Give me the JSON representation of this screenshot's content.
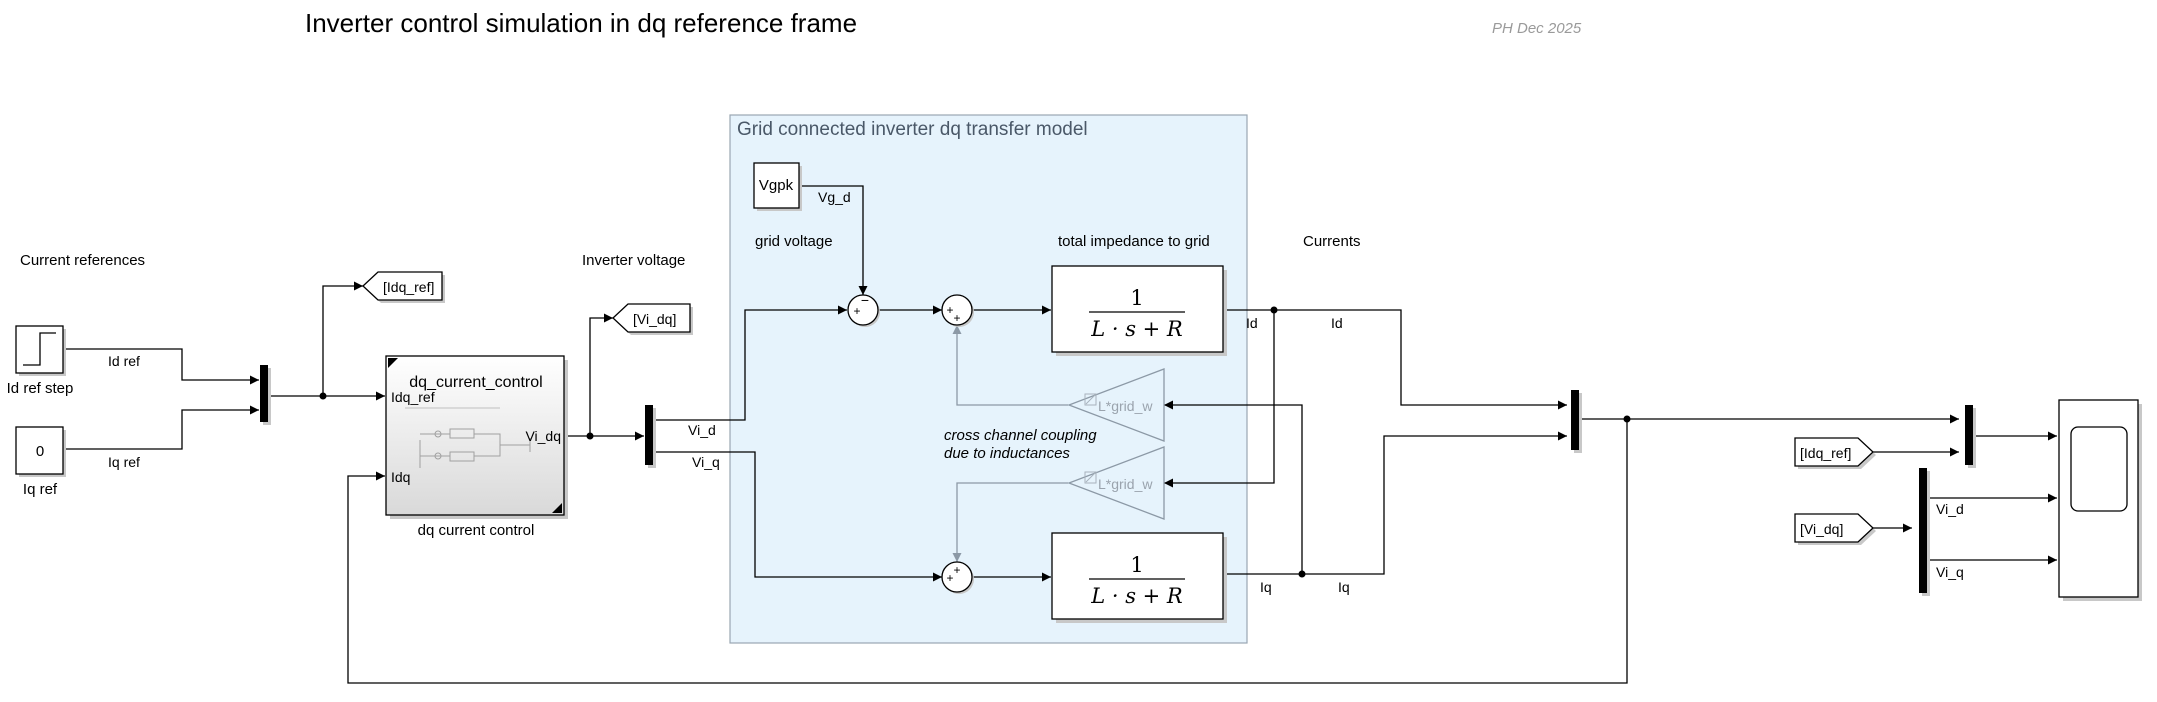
{
  "diagram": {
    "title": "Inverter control simulation in dq reference frame",
    "author": "PH Dec 2025",
    "annotations": {
      "current_references": "Current references",
      "inverter_voltage": "Inverter voltage",
      "currents": "Currents",
      "grid_voltage": "grid voltage",
      "total_impedance": "total impedance to grid",
      "cross_coupling_line1": "cross channel coupling",
      "cross_coupling_line2": "due to inductances"
    },
    "area": {
      "title": "Grid connected inverter dq transfer model",
      "fill": "#e6f3fc",
      "stroke": "#9aa6b2"
    },
    "blocks": {
      "id_step_name": "Id ref step",
      "iq_const_value": "0",
      "iq_const_name": "Iq ref",
      "vgpk_label": "Vgpk",
      "subsystem_title": "dq_current_control",
      "subsystem_name": "dq current control",
      "subsystem_in1": "Idq_ref",
      "subsystem_in2": "Idq",
      "subsystem_out": "Vi_dq",
      "goto_idq_ref": "[Idq_ref]",
      "goto_vi_dq": "[Vi_dq]",
      "from_idq_ref": "[Idq_ref]",
      "from_vi_dq": "[Vi_dq]",
      "gain_upper": "L*grid_w",
      "gain_lower": "L*grid_w",
      "tf_numerator": "1",
      "tf_denominator": "L · s + R",
      "sum1_signs": [
        "−",
        "+"
      ],
      "sum2_signs": [
        "+",
        "+"
      ],
      "sum3_signs": [
        "+",
        "+"
      ]
    },
    "signals": {
      "id_ref": "Id ref",
      "iq_ref": "Iq ref",
      "vi_d": "Vi_d",
      "vi_q": "Vi_q",
      "vg_d": "Vg_d",
      "id_left": "Id",
      "id_right": "Id",
      "iq_left": "Iq",
      "iq_right": "Iq",
      "scope_vi_d": "Vi_d",
      "scope_vi_q": "Vi_q"
    },
    "colors": {
      "wire": "#000000",
      "coupling_wire": "#8c99a6",
      "gain_stroke": "#8c99a6",
      "gain_text": "#9aa3ad"
    }
  }
}
